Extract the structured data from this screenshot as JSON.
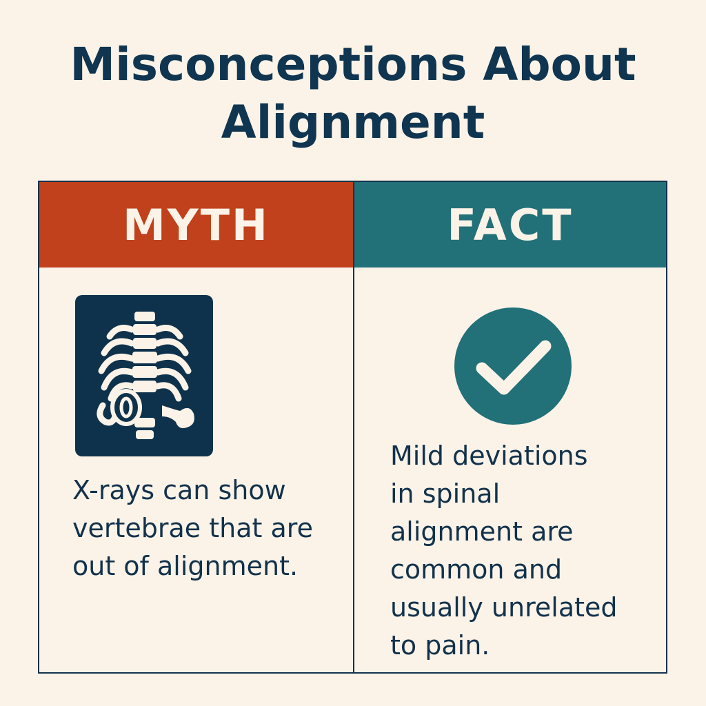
{
  "title": {
    "line1": "Misconceptions About",
    "line2": "Alignment"
  },
  "myth": {
    "header": "MYTH",
    "icon": "spine-xray-icon",
    "color": "#c0411b",
    "text_lines": [
      "X-rays can show",
      "vertebrae that are",
      "out of alignment."
    ]
  },
  "fact": {
    "header": "FACT",
    "icon": "checkmark-icon",
    "color": "#227078",
    "text_lines": [
      "Mild deviations",
      "in spinal",
      "alignment are",
      "common and",
      "usually unrelated",
      "to pain."
    ]
  },
  "colors": {
    "background": "#fbf3e8",
    "navy": "#0f3550"
  }
}
